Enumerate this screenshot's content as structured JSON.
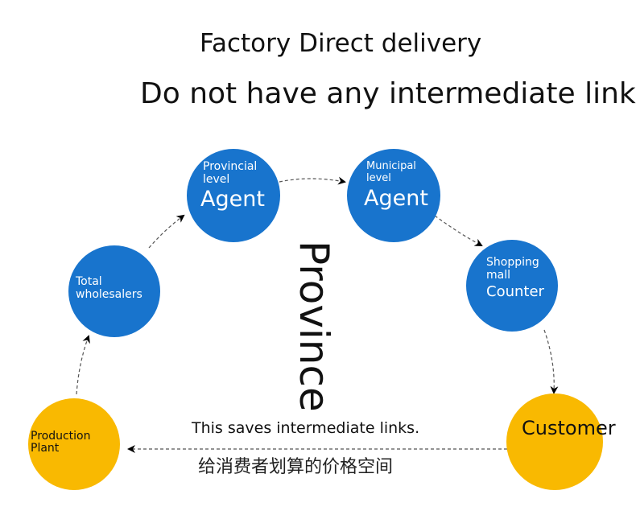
{
  "title": "Factory Direct delivery",
  "subtitle": "Do not have any intermediate links",
  "center_label": "Province",
  "note_en": "This saves intermediate links.",
  "note_zh": "给消费者划算的价格空间",
  "nodes": {
    "plant": {
      "label": "Production Plant"
    },
    "wholesalers": {
      "label": "Total wholesalers"
    },
    "provincial": {
      "small": "Provincial level",
      "big": "Agent"
    },
    "municipal": {
      "small": "Municipal level",
      "big": "Agent"
    },
    "mall": {
      "small": "Shopping mall",
      "big": "Counter"
    },
    "customer": {
      "label": "Customer"
    }
  },
  "colors": {
    "blue": "#1874cd",
    "yellow": "#f9b901"
  }
}
